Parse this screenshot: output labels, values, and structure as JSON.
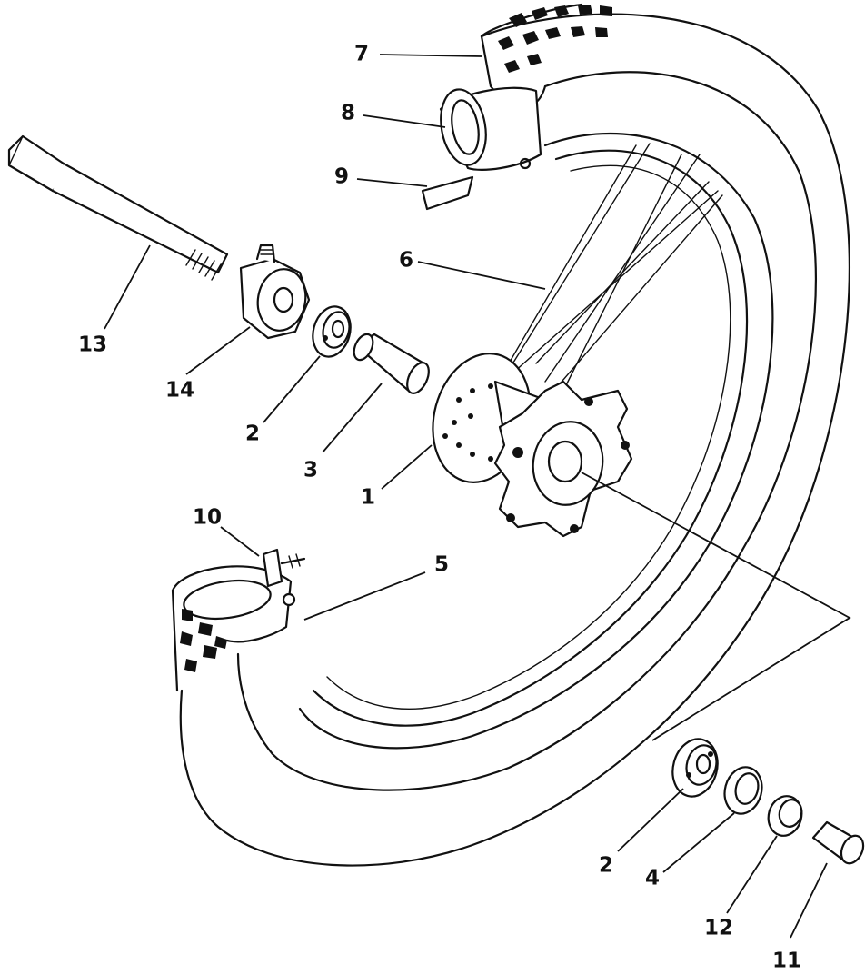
{
  "diagram": {
    "type": "exploded-parts-view",
    "callouts": [
      {
        "id": "c7",
        "label": "7"
      },
      {
        "id": "c8",
        "label": "8"
      },
      {
        "id": "c9",
        "label": "9"
      },
      {
        "id": "c6",
        "label": "6"
      },
      {
        "id": "c13",
        "label": "13"
      },
      {
        "id": "c14",
        "label": "14"
      },
      {
        "id": "c2a",
        "label": "2"
      },
      {
        "id": "c3",
        "label": "3"
      },
      {
        "id": "c1",
        "label": "1"
      },
      {
        "id": "c10",
        "label": "10"
      },
      {
        "id": "c5",
        "label": "5"
      },
      {
        "id": "c2b",
        "label": "2"
      },
      {
        "id": "c4",
        "label": "4"
      },
      {
        "id": "c12",
        "label": "12"
      },
      {
        "id": "c11",
        "label": "11"
      }
    ]
  }
}
